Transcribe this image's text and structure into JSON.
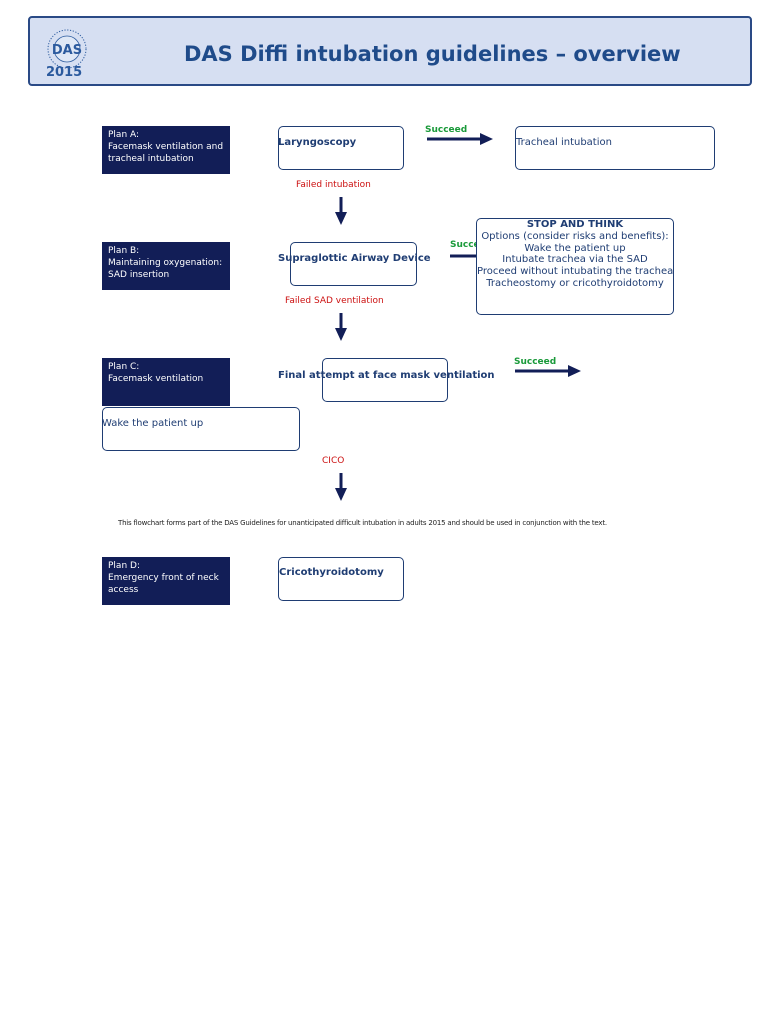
{
  "header": {
    "title": "DAS Diffi intubation guidelines – overview",
    "logo_text": "DAS",
    "logo_ring_text": "DIFFICULT AIRWAY SOCIETY",
    "year": "2015"
  },
  "plans": {
    "a": {
      "line1": "Plan A:",
      "line2": "Facemask ventilation and",
      "line3": "tracheal intubation"
    },
    "b": {
      "line1": "Plan B:",
      "line2": "Maintaining oxygenation:",
      "line3": "SAD insertion"
    },
    "c": {
      "line1": "Plan C:",
      "line2": "Facemask ventilation",
      "line3": ""
    },
    "d": {
      "line1": "Plan D:",
      "line2": "Emergency front of neck",
      "line3": "access"
    }
  },
  "steps": {
    "laryngoscopy": "Laryngoscopy",
    "tracheal_intubation": "Tracheal intubation",
    "sad": "Supraglottic Airway Device",
    "final_attempt": "Final attempt at face mask ventilation",
    "wake": "Wake the patient up",
    "cricothyroidotomy": "Cricothyroidotomy"
  },
  "transitions": {
    "succeed_a": "Succeed",
    "succeed_b": "Succeed",
    "succeed_c": "Succeed",
    "failed_intubation": "Failed intubation",
    "failed_sad": "Failed SAD ventilation",
    "cico": "CICO"
  },
  "stop_and_think": {
    "heading": "STOP AND THINK",
    "lines": [
      "Options (consider risks and benefits):",
      "Wake the patient up",
      "Intubate trachea via the SAD",
      "Proceed without intubating the trachea",
      "Tracheostomy or cricothyroidotomy"
    ]
  },
  "footnote": "This flowchart forms part of the DAS Guidelines for unanticipated difficult intubation in adults 2015 and should be used in conjunction with the text.",
  "colors": {
    "plan_bg": "#121e57",
    "header_bg": "#d6dff2",
    "box_border": "#1f3d73",
    "failure": "#cc1111",
    "success": "#1a9a3a"
  }
}
